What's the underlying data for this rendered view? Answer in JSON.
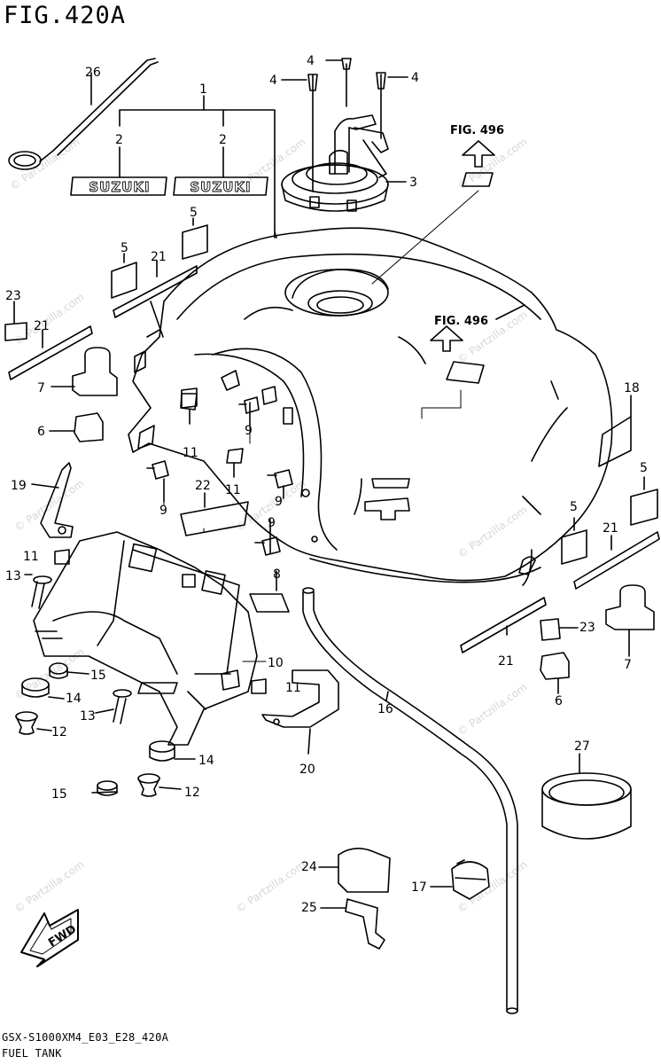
{
  "figure": {
    "title": "FIG.420A",
    "model_code": "GSX-S1000XM4_E03_E28_420A",
    "section_name": "FUEL TANK"
  },
  "references": [
    {
      "label": "FIG. 496"
    },
    {
      "label": "FIG. 496"
    }
  ],
  "decals": {
    "brand": "SUZUKI"
  },
  "direction_badge": {
    "label": "FWD"
  },
  "watermark": {
    "text": "© Partzilla.com"
  },
  "callouts": [
    {
      "num": "1"
    },
    {
      "num": "2"
    },
    {
      "num": "2"
    },
    {
      "num": "3"
    },
    {
      "num": "4"
    },
    {
      "num": "4"
    },
    {
      "num": "4"
    },
    {
      "num": "5"
    },
    {
      "num": "5"
    },
    {
      "num": "5"
    },
    {
      "num": "5"
    },
    {
      "num": "6"
    },
    {
      "num": "6"
    },
    {
      "num": "7"
    },
    {
      "num": "7"
    },
    {
      "num": "8"
    },
    {
      "num": "9"
    },
    {
      "num": "9"
    },
    {
      "num": "9"
    },
    {
      "num": "9"
    },
    {
      "num": "10"
    },
    {
      "num": "11"
    },
    {
      "num": "11"
    },
    {
      "num": "11"
    },
    {
      "num": "11"
    },
    {
      "num": "12"
    },
    {
      "num": "12"
    },
    {
      "num": "13"
    },
    {
      "num": "13"
    },
    {
      "num": "14"
    },
    {
      "num": "14"
    },
    {
      "num": "15"
    },
    {
      "num": "15"
    },
    {
      "num": "16"
    },
    {
      "num": "17"
    },
    {
      "num": "18"
    },
    {
      "num": "19"
    },
    {
      "num": "20"
    },
    {
      "num": "21"
    },
    {
      "num": "21"
    },
    {
      "num": "21"
    },
    {
      "num": "21"
    },
    {
      "num": "22"
    },
    {
      "num": "23"
    },
    {
      "num": "23"
    },
    {
      "num": "24"
    },
    {
      "num": "25"
    },
    {
      "num": "26"
    },
    {
      "num": "27"
    }
  ]
}
